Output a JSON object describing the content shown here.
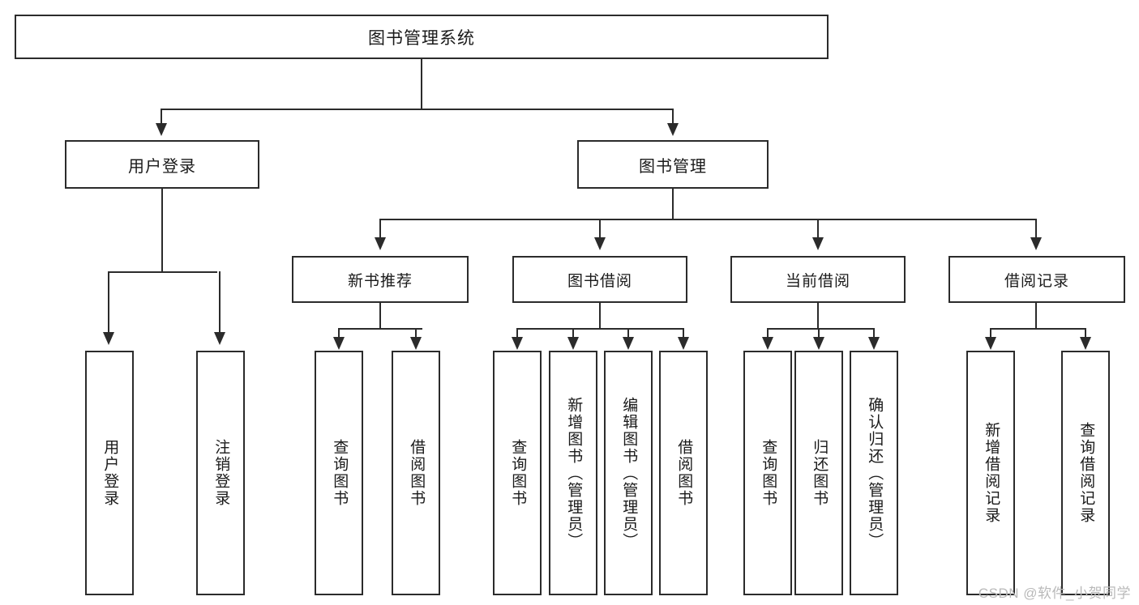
{
  "diagram": {
    "title": "图书管理系统",
    "type": "tree",
    "root": {
      "label": "图书管理系统"
    },
    "level1": [
      {
        "id": "user-login",
        "label": "用户登录"
      },
      {
        "id": "book-manage",
        "label": "图书管理"
      }
    ],
    "level2": [
      {
        "id": "new-book-recommend",
        "label": "新书推荐",
        "parent": "book-manage"
      },
      {
        "id": "book-borrow",
        "label": "图书借阅",
        "parent": "book-manage"
      },
      {
        "id": "current-borrow",
        "label": "当前借阅",
        "parent": "book-manage"
      },
      {
        "id": "borrow-record",
        "label": "借阅记录",
        "parent": "book-manage"
      }
    ],
    "leaves": [
      {
        "id": "leaf-user-login",
        "label": "用户登录",
        "parent": "user-login"
      },
      {
        "id": "leaf-user-logout",
        "label": "注销登录",
        "parent": "user-login"
      },
      {
        "id": "leaf-query-book-rec",
        "label": "查询图书",
        "parent": "new-book-recommend"
      },
      {
        "id": "leaf-borrow-book-rec",
        "label": "借阅图书",
        "parent": "new-book-recommend"
      },
      {
        "id": "leaf-query-book-borrow",
        "label": "查询图书",
        "parent": "book-borrow"
      },
      {
        "id": "leaf-add-book",
        "label": "新增图书（管理员）",
        "parent": "book-borrow"
      },
      {
        "id": "leaf-edit-book",
        "label": "编辑图书（管理员）",
        "parent": "book-borrow"
      },
      {
        "id": "leaf-borrow-book",
        "label": "借阅图书",
        "parent": "book-borrow"
      },
      {
        "id": "leaf-query-book-current",
        "label": "查询图书",
        "parent": "current-borrow"
      },
      {
        "id": "leaf-return-book",
        "label": "归还图书",
        "parent": "current-borrow"
      },
      {
        "id": "leaf-confirm-return",
        "label": "确认归还（管理员）",
        "parent": "current-borrow"
      },
      {
        "id": "leaf-add-record",
        "label": "新增借阅记录",
        "parent": "borrow-record"
      },
      {
        "id": "leaf-query-record",
        "label": "查询借阅记录",
        "parent": "borrow-record"
      }
    ]
  },
  "watermark": {
    "text": "CSDN @软件_小贺同学"
  },
  "colors": {
    "line": "#2b2b2b",
    "box_border": "#2b2b2b",
    "background": "#ffffff",
    "text": "#1a1a1a",
    "watermark": "#b9b9b9"
  }
}
